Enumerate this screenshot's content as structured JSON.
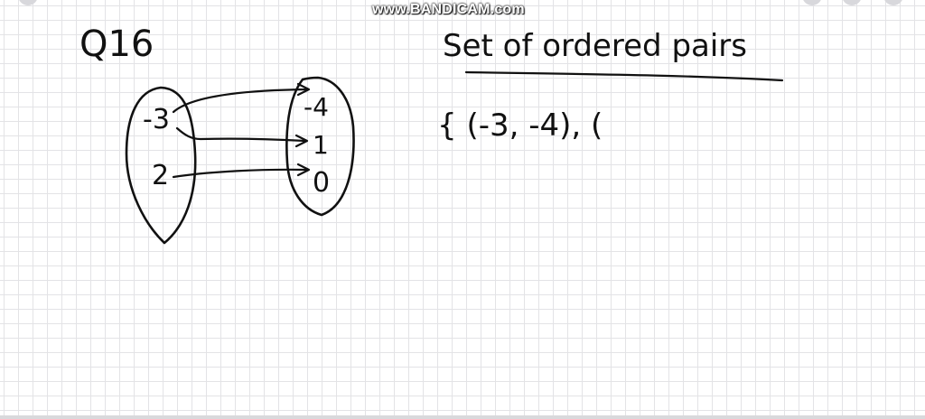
{
  "watermark": "www.BANDICAM.com",
  "note": {
    "question_label": "Q16",
    "heading": "Set of ordered pairs",
    "answer_start": "{ (-3, -4), (",
    "domain_values": [
      "-3",
      "2"
    ],
    "range_values": [
      "-4",
      "1",
      "0"
    ]
  }
}
